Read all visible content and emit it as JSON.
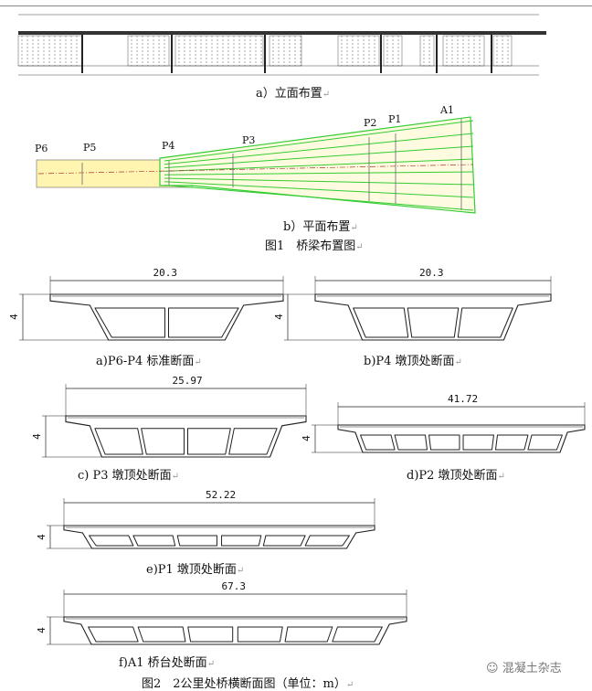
{
  "figure1": {
    "elevation_caption": "a）立面布置",
    "plan_caption": "b）平面布置",
    "title": "图1　桥梁布置图",
    "pier_labels": [
      "P6",
      "P5",
      "P4",
      "P3",
      "P2",
      "P1",
      "A1"
    ]
  },
  "figure2": {
    "title": "图2　2公里处桥横断面图（单位：m）",
    "sections": [
      {
        "caption": "a)P6-P4 标准断面",
        "width_label": "20.3",
        "height_label": "4",
        "cells": 2
      },
      {
        "caption": "b)P4 墩顶处断面",
        "width_label": "20.3",
        "height_label": "4",
        "cells": 3
      },
      {
        "caption": "c) P3 墩顶处断面",
        "width_label": "25.97",
        "height_label": "4",
        "cells": 4
      },
      {
        "caption": "d)P2 墩顶处断面",
        "width_label": "41.72",
        "height_label": "4",
        "cells": 6
      },
      {
        "caption": "e)P1 墩顶处断面",
        "width_label": "52.22",
        "height_label": "4",
        "cells": 6
      },
      {
        "caption": "f)A1 桥台处断面",
        "width_label": "67.3",
        "height_label": "4",
        "cells": 6
      }
    ]
  },
  "watermark": "混凝土杂志",
  "return_mark": "↵"
}
